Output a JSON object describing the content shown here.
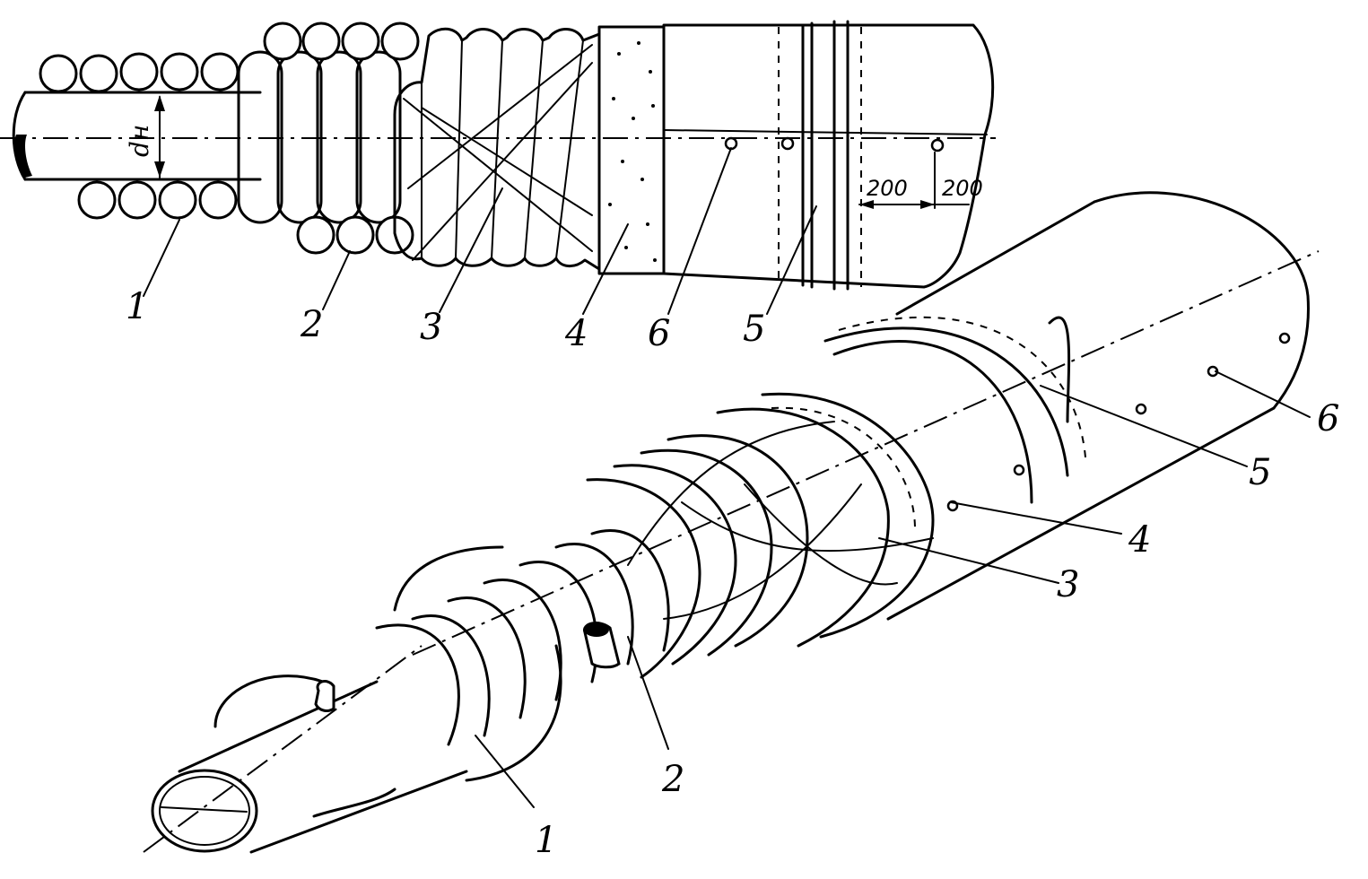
{
  "top_view": {
    "labels": [
      "1",
      "2",
      "3",
      "4",
      "6",
      "5"
    ],
    "diameter_label": "dн",
    "dimensions": [
      "200",
      "200"
    ]
  },
  "iso_view": {
    "labels": [
      "1",
      "2",
      "3",
      "4",
      "5",
      "6"
    ]
  }
}
